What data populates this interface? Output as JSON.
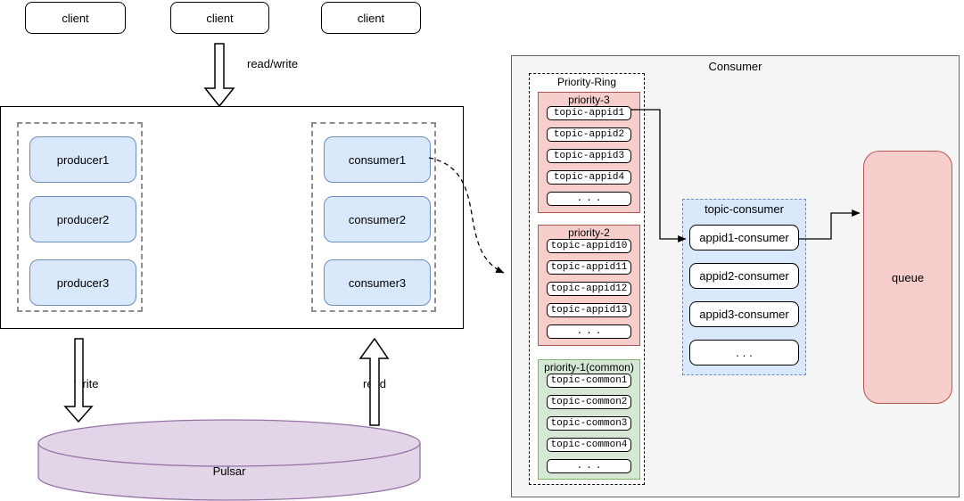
{
  "diagram": {
    "clients": [
      "client",
      "client",
      "client"
    ],
    "edge_labels": {
      "client_to_system": "read/write",
      "producer_to_pulsar": "write",
      "pulsar_to_consumer": "read"
    },
    "producers": [
      "producer1",
      "producer2",
      "producer3"
    ],
    "consumers": [
      "consumer1",
      "consumer2",
      "consumer3"
    ],
    "storage": {
      "label": "Pulsar"
    },
    "consumer_panel": {
      "title": "Consumer",
      "priority_ring": {
        "title": "Priority-Ring",
        "groups": [
          {
            "name": "priority-3",
            "theme": "pink",
            "topics": [
              "topic-appid1",
              "topic-appid2",
              "topic-appid3",
              "topic-appid4",
              "..."
            ]
          },
          {
            "name": "priority-2",
            "theme": "pink",
            "topics": [
              "topic-appid10",
              "topic-appid11",
              "topic-appid12",
              "topic-appid13",
              "..."
            ]
          },
          {
            "name": "priority-1(common)",
            "theme": "green",
            "topics": [
              "topic-common1",
              "topic-common2",
              "topic-common3",
              "topic-common4",
              "..."
            ]
          }
        ]
      },
      "topic_consumer": {
        "title": "topic-consumer",
        "items": [
          "appid1-consumer",
          "appid2-consumer",
          "appid3-consumer",
          "..."
        ]
      },
      "queue_label": "queue"
    },
    "colors": {
      "blue_fill": "#dae8fc",
      "blue_stroke": "#6c8ebf",
      "pink_fill": "#f8cecc",
      "pink_stroke": "#b85450",
      "green_fill": "#d5e8d4",
      "green_stroke": "#82b366",
      "purple_fill": "#e1d5e7",
      "purple_stroke": "#9673a6",
      "container_fill": "#f5f5f5"
    }
  }
}
